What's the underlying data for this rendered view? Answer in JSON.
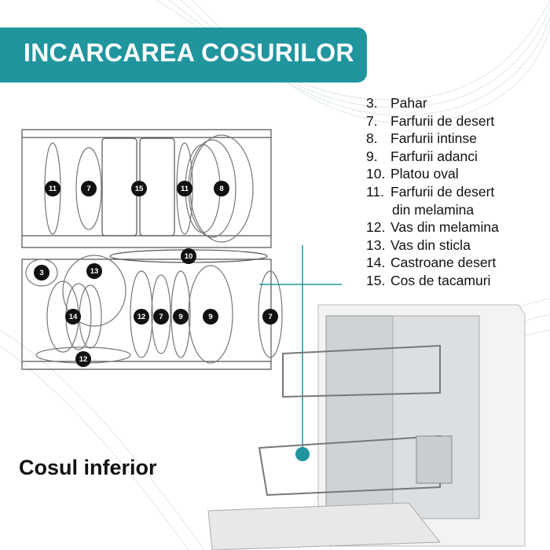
{
  "header": {
    "title": "INCARCAREA COSURILOR"
  },
  "legend": [
    {
      "num": "3.",
      "label": "Pahar"
    },
    {
      "num": "7.",
      "label": "Farfurii de desert"
    },
    {
      "num": "8.",
      "label": "Farfurii intinse"
    },
    {
      "num": "9.",
      "label": "Farfurii adanci"
    },
    {
      "num": "10.",
      "label": "Platou oval"
    },
    {
      "num": "11.",
      "label": "Farfurii de desert",
      "label2": "din melamina"
    },
    {
      "num": "12.",
      "label": "Vas din melamina"
    },
    {
      "num": "13.",
      "label": "Vas din sticla"
    },
    {
      "num": "14.",
      "label": "Castroane desert"
    },
    {
      "num": "15.",
      "label": "Cos de tacamuri"
    }
  ],
  "section_label": "Cosul inferior",
  "markers": [
    "11",
    "7",
    "15",
    "11",
    "8",
    "10",
    "3",
    "13",
    "14",
    "12",
    "7",
    "9",
    "9",
    "7",
    "12"
  ],
  "colors": {
    "accent": "#20959e",
    "marker": "#111111"
  }
}
